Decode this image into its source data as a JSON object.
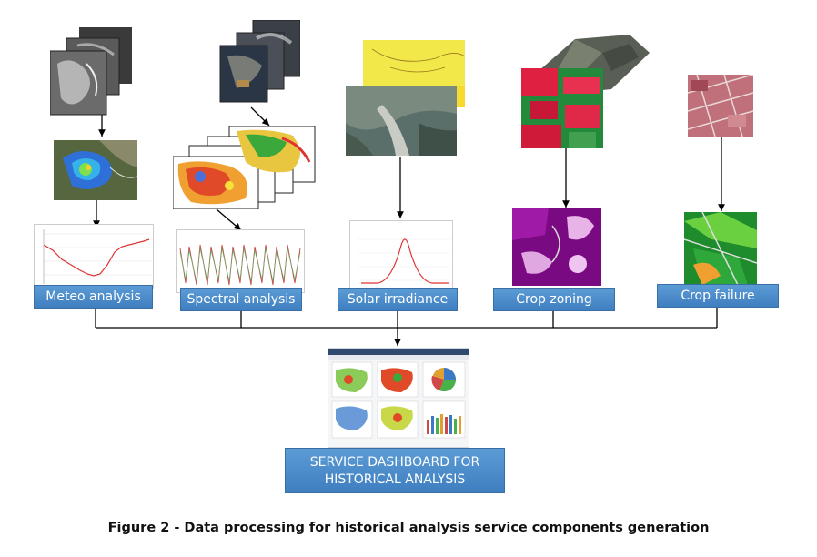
{
  "components": [
    {
      "id": "meteo",
      "label": "Meteo analysis"
    },
    {
      "id": "spectral",
      "label": "Spectral analysis"
    },
    {
      "id": "solar",
      "label": "Solar irradiance"
    },
    {
      "id": "cropzoning",
      "label": "Crop zoning"
    },
    {
      "id": "cropfailure",
      "label": "Crop failure"
    }
  ],
  "dashboard": {
    "line1": "SERVICE DASHBOARD FOR",
    "line2": "HISTORICAL ANALYSIS"
  },
  "caption": "Figure 2 - Data processing for historical analysis service components generation",
  "colors": {
    "label_fill": "#4a8ccb",
    "arrow": "#000000"
  }
}
